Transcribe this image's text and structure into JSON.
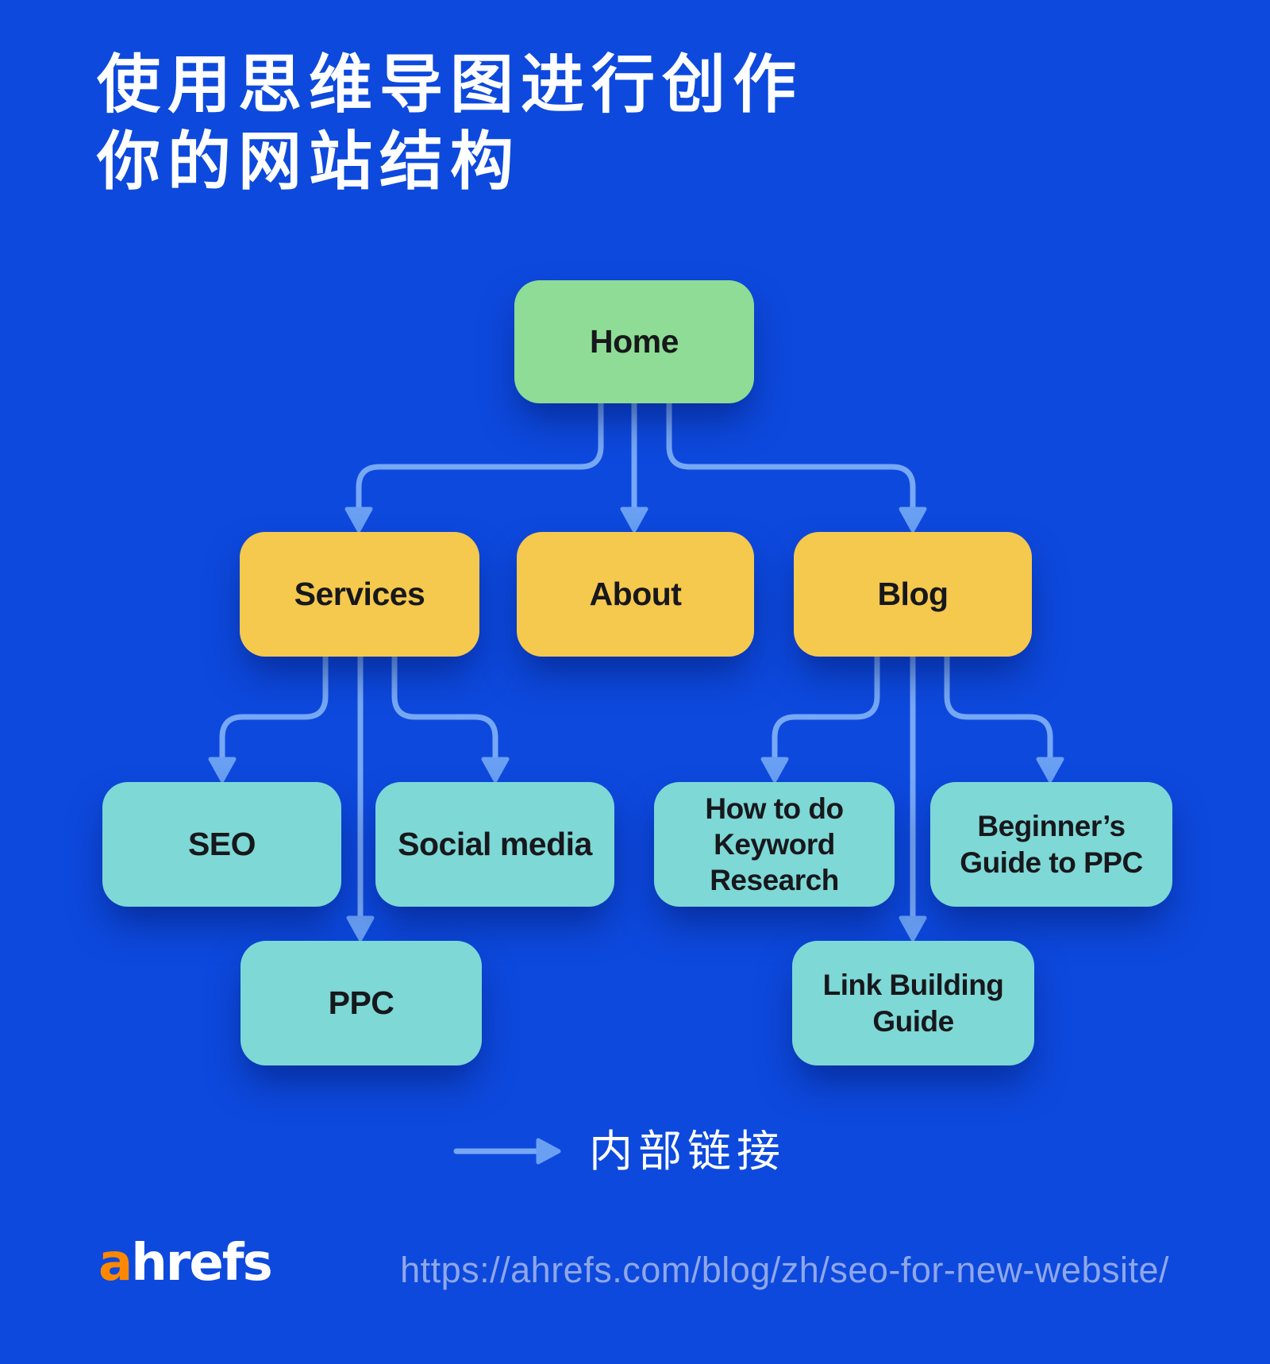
{
  "page": {
    "background_color": "#0d49dd"
  },
  "title": {
    "line1": "使用思维导图进行创作",
    "line2": "你的网站结构"
  },
  "diagram": {
    "nodes": [
      {
        "id": "home",
        "label": "Home",
        "level": "root"
      },
      {
        "id": "services",
        "label": "Services",
        "level": "branch"
      },
      {
        "id": "about",
        "label": "About",
        "level": "branch"
      },
      {
        "id": "blog",
        "label": "Blog",
        "level": "branch"
      },
      {
        "id": "seo",
        "label": "SEO",
        "level": "leaf"
      },
      {
        "id": "social-media",
        "label": "Social media",
        "level": "leaf"
      },
      {
        "id": "keyword-research",
        "label": "How to do Keyword Research",
        "level": "leaf"
      },
      {
        "id": "beginners-ppc",
        "label": "Beginner’s Guide to PPC",
        "level": "leaf"
      },
      {
        "id": "ppc",
        "label": "PPC",
        "level": "leaf"
      },
      {
        "id": "link-building",
        "label": "Link Building Guide",
        "level": "leaf"
      }
    ],
    "edges": [
      {
        "from": "home",
        "to": "services"
      },
      {
        "from": "home",
        "to": "about"
      },
      {
        "from": "home",
        "to": "blog"
      },
      {
        "from": "services",
        "to": "seo"
      },
      {
        "from": "services",
        "to": "ppc"
      },
      {
        "from": "services",
        "to": "social-media"
      },
      {
        "from": "blog",
        "to": "keyword-research"
      },
      {
        "from": "blog",
        "to": "link-building"
      },
      {
        "from": "blog",
        "to": "beginners-ppc"
      }
    ]
  },
  "legend": {
    "label": "内部链接"
  },
  "footer": {
    "logo_prefix": "a",
    "logo_suffix": "hrefs",
    "url": "https://ahrefs.com/blog/zh/seo-for-new-website/"
  },
  "colors": {
    "background": "#0d49dd",
    "root_node": "#8edc95",
    "branch_node": "#f5c84e",
    "leaf_node": "#7ed8d6",
    "connector_line": "#77a8f5",
    "arrowhead": "#69a0f4",
    "node_text": "#17181c",
    "title_text": "#ffffff",
    "url_text": "#8fa7e8",
    "logo_accent": "#ff8800"
  }
}
